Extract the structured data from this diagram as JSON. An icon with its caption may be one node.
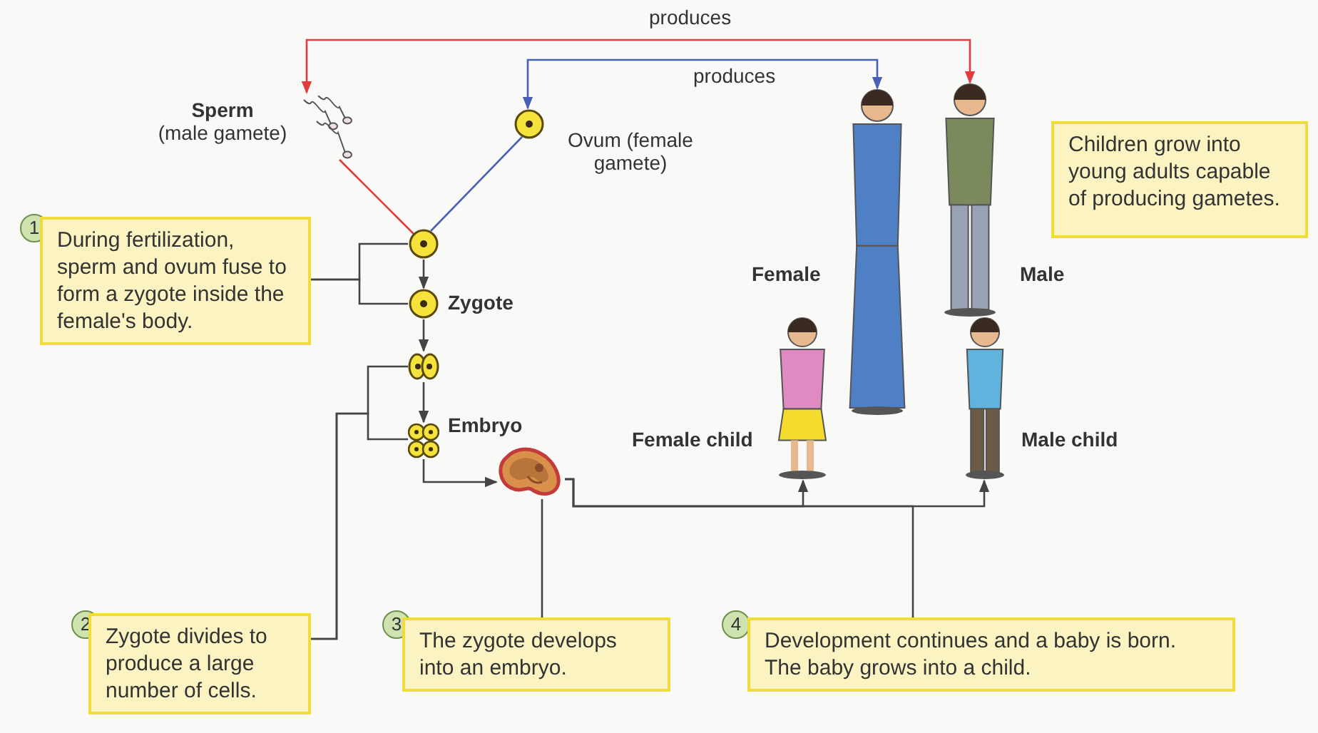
{
  "diagram": {
    "nodes": [
      {
        "text": [
          "Sperm",
          "(male gamete)"
        ]
      },
      {
        "text": [
          "Ovum (female gamete)"
        ]
      },
      {
        "text": [],
        "shape": "circle"
      },
      {
        "text": [
          "Zygote"
        ]
      },
      {
        "text": [],
        "shape": "circle"
      },
      {
        "text": [
          "Embryo"
        ]
      },
      {
        "text": [],
        "shape": "picture"
      },
      {
        "text": [
          "Female"
        ]
      },
      {
        "text": [
          "Male"
        ]
      },
      {
        "text": [
          "Female child"
        ]
      },
      {
        "text": [
          "Male child"
        ]
      },
      {
        "text": [
          "During fertilization, sperm and ovum fuse to form a zygote inside the female's body."
        ],
        "beside": [
          "1"
        ]
      },
      {
        "text": [
          "Zygote divides to produce a large number of cells."
        ],
        "beside": [
          "2"
        ]
      },
      {
        "text": [
          "The zygote develops into an embryo."
        ],
        "beside": [
          "3"
        ]
      },
      {
        "text": [
          "Development continues and a baby is born. The baby grows into a child."
        ],
        "beside": [
          "4"
        ]
      },
      {
        "text": [
          "Children grow into young adults capable of producing gametes."
        ]
      }
    ],
    "edges": [
      {
        "from": 8,
        "to": 0,
        "arrow": "both",
        "label": "produces",
        "color": "#e23b3b"
      },
      {
        "from": 7,
        "to": 1,
        "arrow": "both",
        "label": "produces",
        "color": "#4a60b5"
      },
      {
        "from": 0,
        "to": 2,
        "arrow": "none",
        "color": "#e23b3b"
      },
      {
        "from": 1,
        "to": 2,
        "arrow": "none",
        "color": "#4a60b5"
      },
      {
        "from": 2,
        "to": 3,
        "arrow": "to"
      },
      {
        "from": 3,
        "to": 4,
        "arrow": "to"
      },
      {
        "from": 4,
        "to": 5,
        "arrow": "to"
      },
      {
        "from": 5,
        "to": 6,
        "arrow": "to"
      },
      {
        "from": 6,
        "to": 9,
        "arrow": "to"
      },
      {
        "from": 6,
        "to": 10,
        "arrow": "to"
      },
      {
        "from": 11,
        "to": 2,
        "arrow": "none"
      },
      {
        "from": 11,
        "to": 3,
        "arrow": "none"
      },
      {
        "from": 12,
        "to": 4,
        "arrow": "none"
      },
      {
        "from": 12,
        "to": 5,
        "arrow": "none"
      },
      {
        "from": 13,
        "to": 6,
        "arrow": "none"
      },
      {
        "from": 14,
        "to": 6,
        "arrow": "none"
      }
    ]
  }
}
